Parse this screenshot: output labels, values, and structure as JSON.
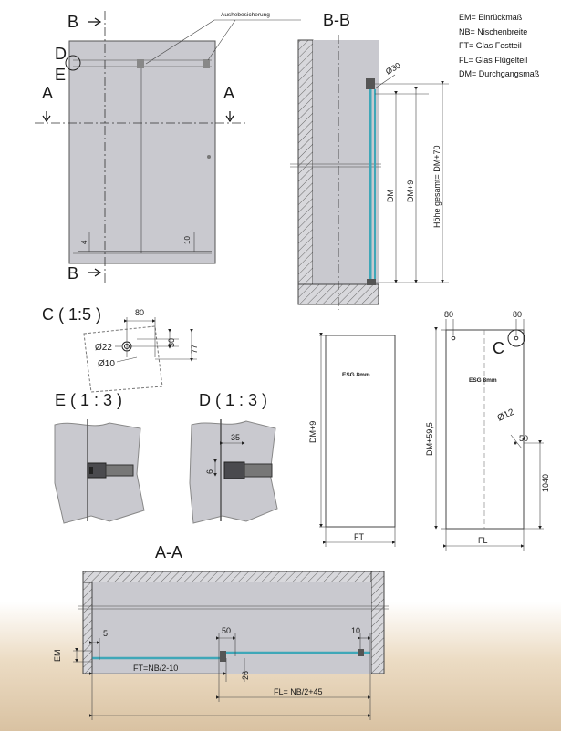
{
  "labels": {
    "section_b": "B",
    "section_a": "A",
    "detail_d": "D",
    "detail_e": "E",
    "detail_c": "C",
    "aushebesicherung": "Aushebesicherung",
    "bb_title": "B-B",
    "aa_title": "A-A",
    "c_title": "C ( 1:5 )",
    "e_title": "E ( 1 : 3 )",
    "d_title": "D ( 1 : 3 )",
    "esg_ft": "ESG 8mm",
    "esg_fl": "ESG 8mm"
  },
  "legend": [
    "EM= Einrückmaß",
    "NB= Nischenbreite",
    "FT= Glas Festteil",
    "FL= Glas Flügelteil",
    "DM= Durchgangsmaß"
  ],
  "dims": {
    "front_4": "4",
    "front_10": "10",
    "bb_d30": "Ø30",
    "bb_dm": "DM",
    "bb_dm9": "DM+9",
    "bb_total": "Höhe gesamt= DM+70",
    "c_80": "80",
    "c_30": "30",
    "c_77": "77",
    "c_d22": "Ø22",
    "c_d10": "Ø10",
    "d_35": "35",
    "d_6": "6",
    "ft_dm9": "DM+9",
    "ft_width": "FT",
    "fl_80a": "80",
    "fl_80b": "80",
    "fl_height": "DM+59,5",
    "fl_d12": "Ø12",
    "fl_50": "50",
    "fl_1040": "1040",
    "fl_width": "FL",
    "aa_5": "5",
    "aa_50": "50",
    "aa_10": "10",
    "aa_em": "EM",
    "aa_26": "26",
    "aa_ft": "FT=NB/2-10",
    "aa_fl": "FL= NB/2+45"
  }
}
